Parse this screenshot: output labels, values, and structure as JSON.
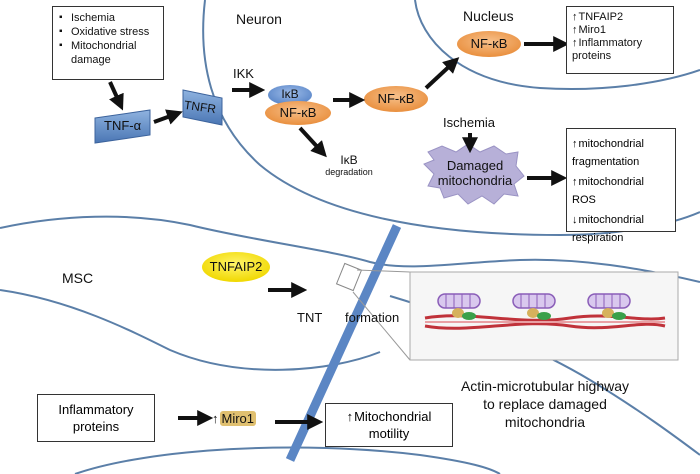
{
  "neuron_label": "Neuron",
  "nucleus_label": "Nucleus",
  "msc_label": "MSC",
  "stress_box": {
    "items": [
      "Ischemia",
      "Oxidative stress",
      "Mitochondrial damage"
    ]
  },
  "tnf_alpha": "TNF-α",
  "tnfr": "TNFR",
  "ikk": "IKK",
  "ikb": "IκB",
  "nfkb_complex": "NF-κB",
  "nfkb_free": "NF-κB",
  "nfkb_nucleus": "NF-κB",
  "ikb_degradation": {
    "line1": "IκB",
    "line2": "degradation"
  },
  "nucleus_outcomes": {
    "items": [
      "TNFAIP2",
      "Miro1",
      "Inflammatory proteins"
    ]
  },
  "ischemia_label": "Ischemia",
  "damaged_mito": {
    "line1": "Damaged",
    "line2": "mitochondria"
  },
  "mito_outcomes": {
    "items": [
      {
        "dir": "up",
        "text": "mitochondrial fragmentation"
      },
      {
        "dir": "up",
        "text": "mitochondrial ROS"
      },
      {
        "dir": "down",
        "text": "mitochondrial respiration"
      }
    ]
  },
  "tnfaip2_msc": "TNFAIP2",
  "tnt_label": "TNT",
  "formation_label": "formation",
  "highway_caption": {
    "line1": "Actin-microtubular highway",
    "line2": "to replace damaged",
    "line3": "mitochondria"
  },
  "inflammatory_box": {
    "line1": "Inflammatory",
    "line2": "proteins"
  },
  "miro1": "Miro1",
  "motility_box": {
    "line1": "Mitochondrial",
    "line2": "motility"
  },
  "colors": {
    "membrane": "#5b7fa8",
    "nfkb": "#f0a05a",
    "ikb": "#6a97d6",
    "receptor": "#5b86c4",
    "tnfaip2": "#f4e20e",
    "damaged_mito": "#b7b0d8",
    "tnt_bar": "#5b86c4"
  }
}
